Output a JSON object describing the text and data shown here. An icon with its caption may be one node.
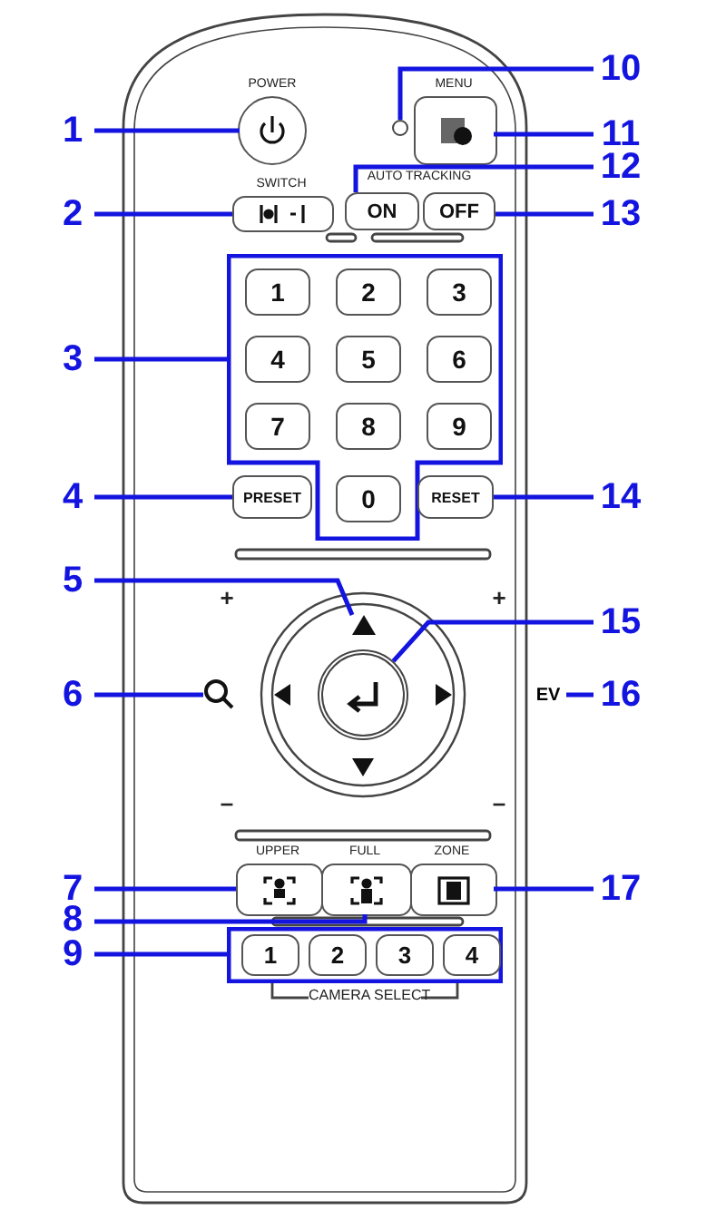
{
  "diagram": {
    "nodes": [
      {
        "text": [
          "1"
        ]
      },
      {
        "text": [
          "POWER"
        ]
      },
      {
        "text": [
          "10"
        ]
      },
      {
        "text": [],
        "shape": "circle"
      },
      {
        "text": [
          "11"
        ]
      },
      {
        "text": [
          "MENU"
        ]
      },
      {
        "text": [
          "12"
        ]
      },
      {
        "text": [
          "ON"
        ]
      },
      {
        "text": [
          "13"
        ]
      },
      {
        "text": [
          "OFF"
        ]
      },
      {
        "text": [
          "2"
        ]
      },
      {
        "text": [
          "SWITCH"
        ]
      },
      {
        "text": [
          "3"
        ]
      },
      {
        "text": [],
        "shape": "box"
      },
      {
        "text": [
          "1"
        ],
        "in": 13
      },
      {
        "text": [
          "2"
        ],
        "in": 13
      },
      {
        "text": [
          "3"
        ],
        "in": 13
      },
      {
        "text": [
          "4"
        ],
        "in": 13
      },
      {
        "text": [
          "5"
        ],
        "in": 13
      },
      {
        "text": [
          "6"
        ],
        "in": 13
      },
      {
        "text": [
          "7"
        ],
        "in": 13
      },
      {
        "text": [
          "8"
        ],
        "in": 13
      },
      {
        "text": [
          "9"
        ],
        "in": 13
      },
      {
        "text": [
          "0"
        ],
        "in": 13
      },
      {
        "text": [
          "4"
        ]
      },
      {
        "text": [
          "PRESET"
        ]
      },
      {
        "text": [
          "14"
        ]
      },
      {
        "text": [
          "RESET"
        ]
      },
      {
        "text": [
          "5"
        ]
      },
      {
        "text": [],
        "shape": "triangle"
      },
      {
        "text": [
          "15"
        ]
      },
      {
        "text": [],
        "shape": "circle"
      },
      {
        "text": [
          "6"
        ]
      },
      {
        "text": [],
        "shape": "magnifier"
      },
      {
        "text": [
          "16"
        ]
      },
      {
        "text": [
          "EV"
        ]
      },
      {
        "text": [
          "7"
        ]
      },
      {
        "text": [
          "UPPER"
        ]
      },
      {
        "text": [
          "8"
        ]
      },
      {
        "text": [
          "FULL"
        ]
      },
      {
        "text": [
          "17"
        ]
      },
      {
        "text": [
          "ZONE"
        ]
      },
      {
        "text": [
          "9"
        ]
      },
      {
        "text": [],
        "shape": "box"
      },
      {
        "text": [
          "1"
        ],
        "in": 43
      },
      {
        "text": [
          "2"
        ],
        "in": 43
      },
      {
        "text": [
          "3"
        ],
        "in": 43
      },
      {
        "text": [
          "4"
        ],
        "in": 43
      }
    ],
    "edges": [
      {
        "from": 0,
        "to": 1,
        "arrow": "none"
      },
      {
        "from": 2,
        "to": 3,
        "arrow": "none"
      },
      {
        "from": 4,
        "to": 5,
        "arrow": "none"
      },
      {
        "from": 6,
        "to": 7,
        "arrow": "none"
      },
      {
        "from": 8,
        "to": 9,
        "arrow": "none"
      },
      {
        "from": 10,
        "to": 11,
        "arrow": "none"
      },
      {
        "from": 12,
        "to": 13,
        "arrow": "none"
      },
      {
        "from": 24,
        "to": 25,
        "arrow": "none"
      },
      {
        "from": 26,
        "to": 27,
        "arrow": "none"
      },
      {
        "from": 28,
        "to": 29,
        "arrow": "none"
      },
      {
        "from": 30,
        "to": 31,
        "arrow": "none"
      },
      {
        "from": 32,
        "to": 33,
        "arrow": "none"
      },
      {
        "from": 34,
        "to": 35,
        "arrow": "none"
      },
      {
        "from": 36,
        "to": 37,
        "arrow": "none"
      },
      {
        "from": 38,
        "to": 39,
        "arrow": "none"
      },
      {
        "from": 40,
        "to": 41,
        "arrow": "none"
      },
      {
        "from": 42,
        "to": 43,
        "arrow": "none"
      }
    ],
    "labels": [
      "AUTO TRACKING",
      "+",
      "+",
      "–",
      "–",
      "CAMERA SELECT"
    ]
  }
}
